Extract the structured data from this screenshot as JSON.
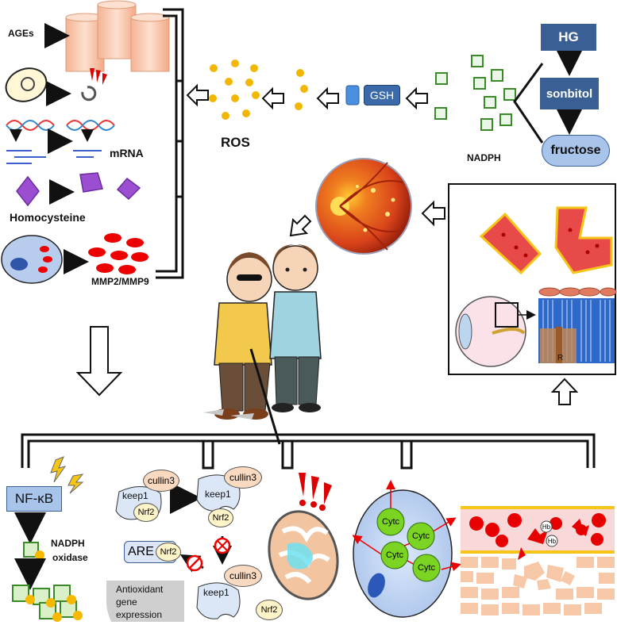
{
  "top_left": {
    "ages": "AGEs",
    "mrna": "mRNA",
    "homocysteine": "Homocysteine",
    "mmp": "MMP2/MMP9"
  },
  "ros_chain": {
    "ros": "ROS",
    "gsh": "GSH",
    "nadph": "NADPH"
  },
  "polyol": {
    "hg": "HG",
    "sorbitol": "sonbitol",
    "fructose": "fructose"
  },
  "retina_panel": {
    "r_label": "R"
  },
  "bottom": {
    "nfkb": "NF-κB",
    "nadph_oxidase_line1": "NADPH",
    "nadph_oxidase_line2": "oxidase",
    "cullin3": "cullin3",
    "keep1": "keep1",
    "nrf2": "Nrf2",
    "are": "ARE",
    "antioxidant_line1": "Antioxidant",
    "antioxidant_line2": "gene",
    "antioxidant_line3": "expression",
    "cytc": "Cytc",
    "hb": "Hb"
  },
  "colors": {
    "navy_box": "#3a5f94",
    "light_blue": "#a9c4ea",
    "cytc_green": "#7bd322",
    "blood_red": "#e60000",
    "peach": "#f7c8a8",
    "purple": "#8a3fc0",
    "gold": "#f4b400"
  }
}
